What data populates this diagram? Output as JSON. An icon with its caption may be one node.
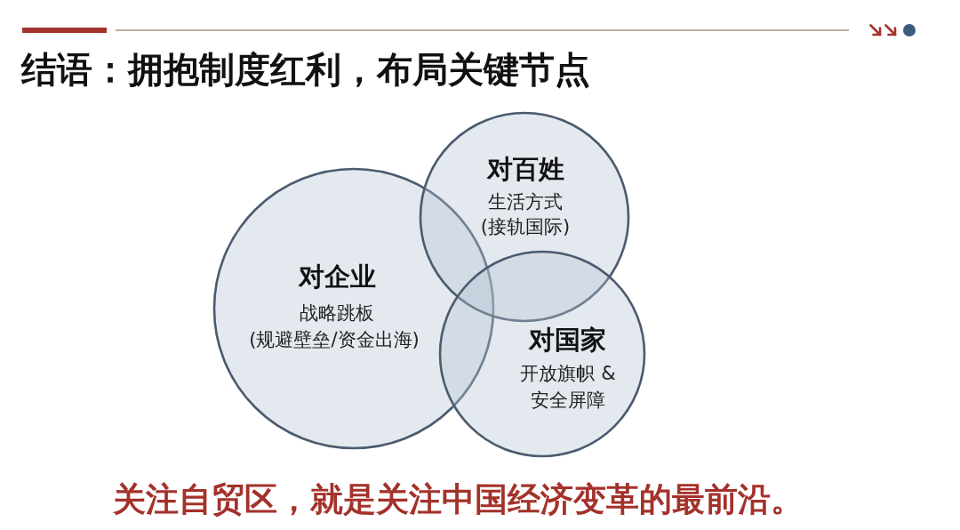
{
  "diagram": {
    "title": "结语：拥抱制度红利，布局关键节点",
    "nodes": [
      {
        "text": [
          "对企业",
          "战略跳板",
          "(规避壁垒/资金出海)"
        ]
      },
      {
        "text": [
          "对百姓",
          "生活方式",
          "(接轨国际)"
        ]
      },
      {
        "text": [
          "对国家",
          "开放旗帜 & 安全屏障"
        ]
      }
    ],
    "labels": [
      "关注自贸区，就是关注中国经济变革的最前沿。"
    ]
  }
}
